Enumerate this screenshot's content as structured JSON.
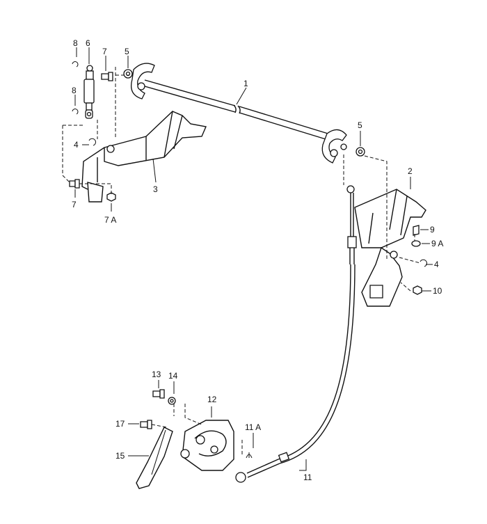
{
  "labels": {
    "l1": "1",
    "l2": "2",
    "l3": "3",
    "l4a": "4",
    "l4b": "4",
    "l5a": "5",
    "l5b": "5",
    "l6": "6",
    "l7a": "7",
    "l7b": "7",
    "l7A": "7 A",
    "l8a": "8",
    "l8b": "8",
    "l9": "9",
    "l9A": "9 A",
    "l10": "10",
    "l11": "11",
    "l11A": "11 A",
    "l12": "12",
    "l13": "13",
    "l14": "14",
    "l15": "15",
    "l17": "17"
  }
}
